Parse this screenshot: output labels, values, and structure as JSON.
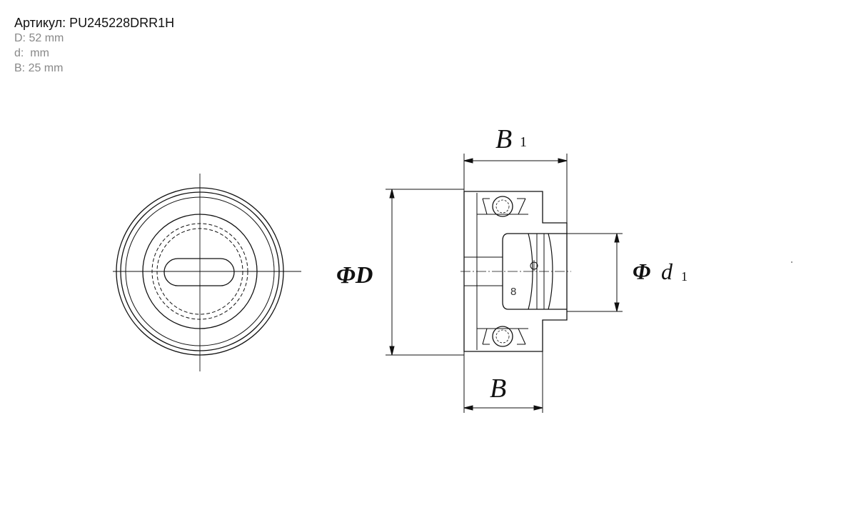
{
  "product": {
    "article": "Артикул: PU245228DRR1H",
    "specs": {
      "D": "D: 52 mm",
      "d": "d:  mm",
      "B": "B: 25 mm"
    }
  },
  "drawing": {
    "labels": {
      "B1_main": "B",
      "B1_sub": "1",
      "phiD": "ΦD",
      "phi_d1_phi": "Φ",
      "phi_d1_d": "d",
      "phi_d1_sub": "1",
      "B": "B",
      "hole": "8"
    }
  }
}
